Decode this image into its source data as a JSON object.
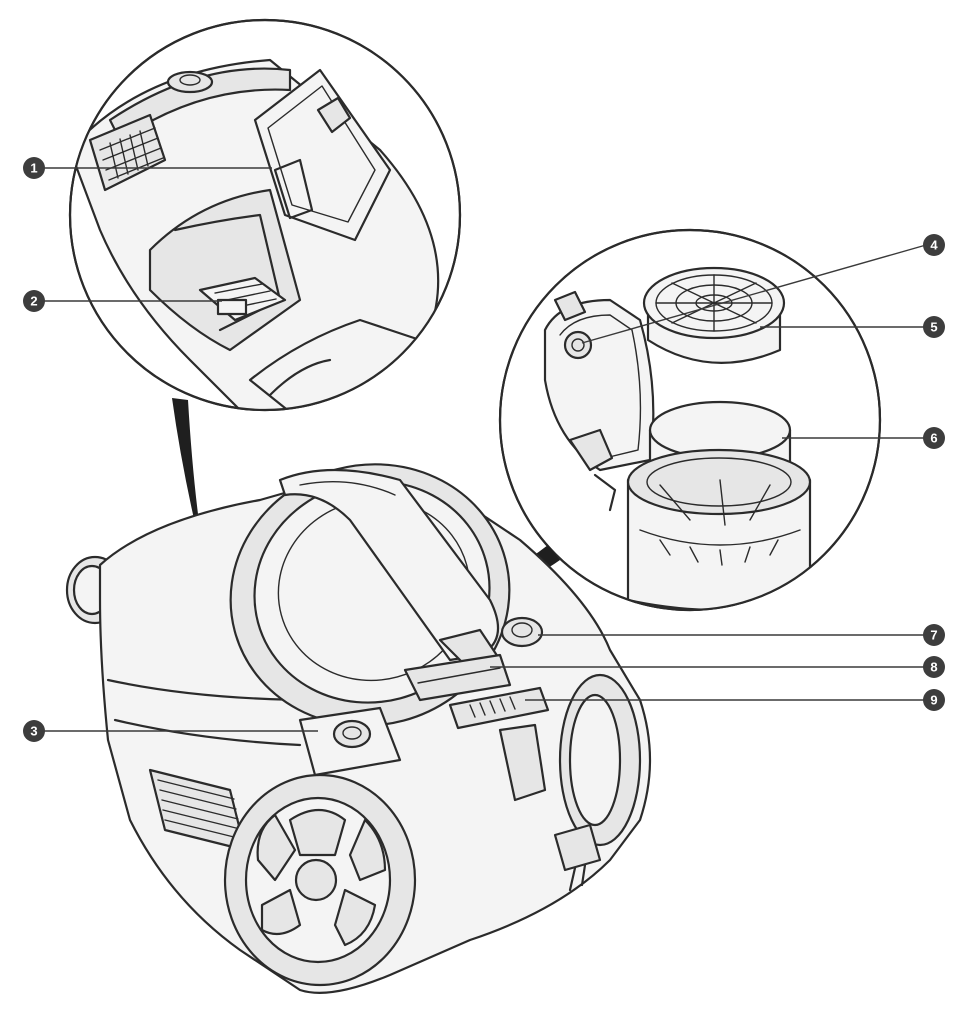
{
  "callouts": [
    {
      "id": "1",
      "label": "1"
    },
    {
      "id": "2",
      "label": "2"
    },
    {
      "id": "3",
      "label": "3"
    },
    {
      "id": "4",
      "label": "4"
    },
    {
      "id": "5",
      "label": "5"
    },
    {
      "id": "6",
      "label": "6"
    },
    {
      "id": "7",
      "label": "7"
    },
    {
      "id": "8",
      "label": "8"
    },
    {
      "id": "9",
      "label": "9"
    }
  ],
  "colors": {
    "ink": "#2b2b2b",
    "callout": "#3d3d3d",
    "body": "#f4f4f4"
  }
}
